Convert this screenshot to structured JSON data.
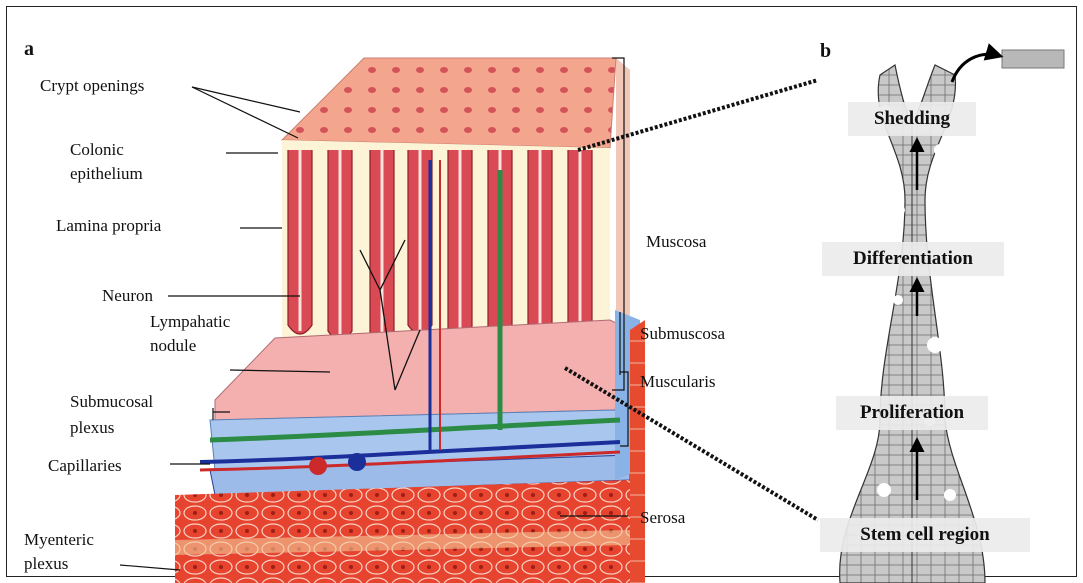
{
  "panel_a": {
    "letter": "a",
    "labels": {
      "crypt_openings": "Crypt openings",
      "colonic_epithelium_1": "Colonic",
      "colonic_epithelium_2": "epithelium",
      "lamina_propria": "Lamina propria",
      "neuron": "Neuron",
      "lymphatic_nodule_1": "Lympahatic",
      "lymphatic_nodule_2": "nodule",
      "submucosal_plexus_1": "Submucosal",
      "submucosal_plexus_2": "plexus",
      "capillaries": "Capillaries",
      "myenteric_plexus_1": "Myenteric",
      "myenteric_plexus_2": "plexus",
      "muscosa": "Muscosa",
      "submuscosa": "Submuscosa",
      "muscularis": "Muscularis",
      "serosa": "Serosa"
    }
  },
  "panel_b": {
    "letter": "b",
    "stages": {
      "shedding": "Shedding",
      "differentiation": "Differentiation",
      "proliferation": "Proliferation",
      "stem_cell_region": "Stem cell region"
    }
  },
  "colors": {
    "tissue_pink": "#f3a08a",
    "crypt_red": "#d8424e",
    "muscle_red": "#e0412c",
    "submucosa_blue": "#8fb6e6",
    "vessel_blue": "#1a2f9a",
    "nerve_green": "#2c8c46",
    "crypt_gray": "#a9a9a9"
  }
}
